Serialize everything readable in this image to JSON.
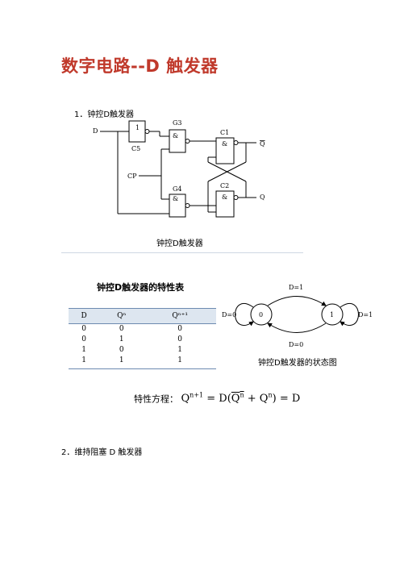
{
  "title": "数字电路--D 触发器",
  "section1": "1．钟控D触发器",
  "circuit": {
    "caption": "钟控D触发器",
    "gates": [
      {
        "name": "C5",
        "symbol": "1"
      },
      {
        "name": "G3",
        "symbol": "&"
      },
      {
        "name": "C1",
        "symbol": "&"
      },
      {
        "name": "G4",
        "symbol": "&"
      },
      {
        "name": "C2",
        "symbol": "&"
      }
    ],
    "inputs": [
      "D",
      "CP"
    ],
    "outputs": [
      "Q",
      "Q"
    ]
  },
  "truth_table": {
    "title": "钟控D触发器的特性表",
    "headers": [
      "D",
      "Qⁿ",
      "Qⁿ⁺¹"
    ],
    "rows": [
      [
        "0",
        "0",
        "0"
      ],
      [
        "0",
        "1",
        "0"
      ],
      [
        "1",
        "0",
        "1"
      ],
      [
        "1",
        "1",
        "1"
      ]
    ]
  },
  "state_diagram": {
    "caption": "钟控D触发器的状态图",
    "states": [
      "0",
      "1"
    ],
    "labels": [
      "D=1",
      "D=0",
      "D=0",
      "D=1"
    ]
  },
  "formula": {
    "label": "特性方程：",
    "lhs": "Q",
    "lhs_sup": "n+1",
    "mid": "= D(",
    "q1": "Q",
    "q1_sup": "n",
    "plus": " + Q",
    "q2_sup": "n",
    "end": ") = D"
  },
  "section2": "2．维持阻塞 D 触发器"
}
